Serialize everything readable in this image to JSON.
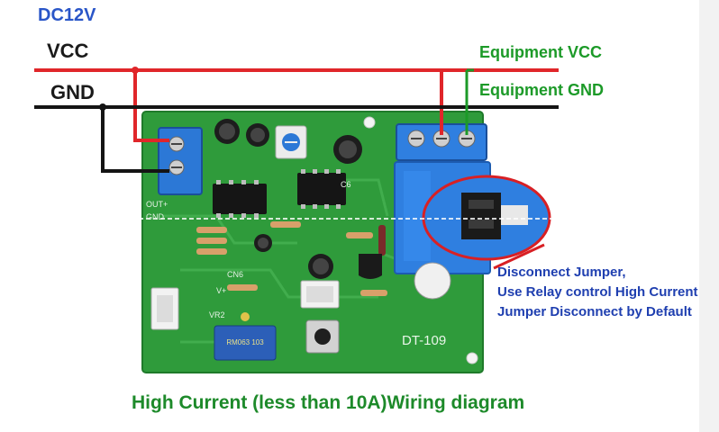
{
  "labels": {
    "dc_label": "DC12V",
    "vcc_label": "VCC",
    "gnd_label": "GND",
    "equipment_vcc": "Equipment VCC",
    "equipment_gnd": "Equipment GND",
    "jumper_note": [
      "Disconnect Jumper,",
      "Use Relay control High Current",
      "Jumper Disconnect by Default"
    ],
    "caption": "High Current (less than 10A)Wiring diagram"
  },
  "board": {
    "model": "DT-109",
    "pot_label": "VR2",
    "connector_label": "CN6",
    "side_pins": "OUT+ GND",
    "pin_v": "V+",
    "pin_c6": "C6",
    "pot_text": "RM063 103"
  },
  "colors": {
    "vcc_wire": "#e0262a",
    "gnd_wire": "#141414",
    "pcb_green": "#2e9a3a",
    "relay_blue": "#2f7fe0",
    "terminal_blue": "#2c78d6",
    "dc_text": "#2a56c8",
    "equipment_text": "#1c9a28",
    "note_text": "#1f3fb0"
  }
}
